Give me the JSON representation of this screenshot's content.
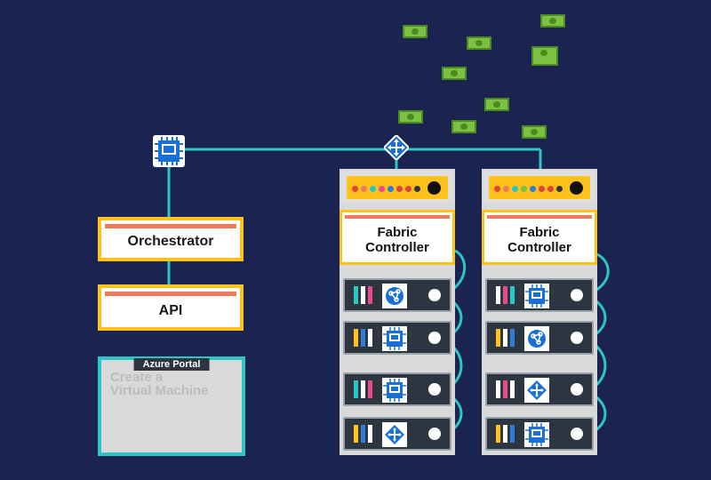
{
  "orchestrator_label": "Orchestrator",
  "api_label": "API",
  "portal": {
    "tab_label": "Azure Portal",
    "line1": "Create a",
    "line2": "Virtual Machine"
  },
  "racks": [
    {
      "controller_line1": "Fabric",
      "controller_line2": "Controller",
      "servers": [
        "globe-icon",
        "chip-icon",
        "chip-icon",
        "network-icon"
      ]
    },
    {
      "controller_line1": "Fabric",
      "controller_line2": "Controller",
      "servers": [
        "chip-icon",
        "globe-icon",
        "network-icon",
        "chip-icon"
      ]
    }
  ],
  "colors": {
    "background": "#1b2350",
    "accent_yellow": "#ffc21a",
    "link_cyan": "#2bc6c6",
    "strip_orange": "#f07a5c",
    "money_green": "#7cc142"
  }
}
